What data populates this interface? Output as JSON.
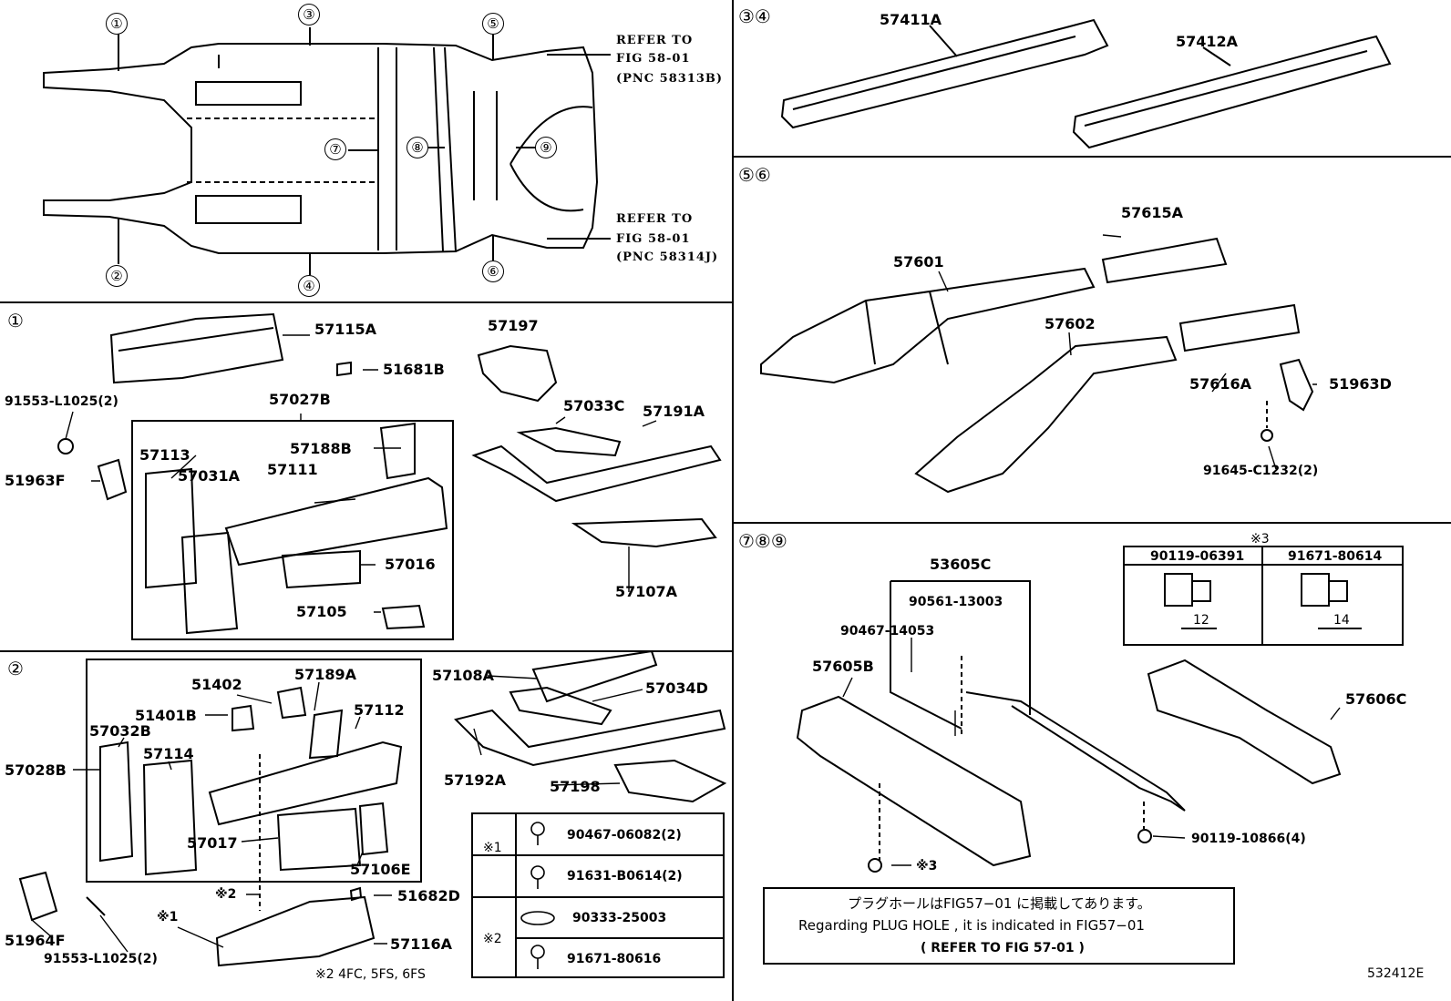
{
  "overview": {
    "callouts": [
      "①",
      "②",
      "③",
      "④",
      "⑤",
      "⑥",
      "⑦",
      "⑧",
      "⑨"
    ],
    "refer_top": [
      "REFER TO",
      "FIG 58-01",
      "(PNC 58313B)"
    ],
    "refer_bottom": [
      "REFER TO",
      "FIG 58-01",
      "(PNC 58314J)"
    ]
  },
  "sections": {
    "s34": "③④",
    "s56": "⑤⑥",
    "s1": "①",
    "s789": "⑦⑧⑨",
    "s2": "②"
  },
  "parts": {
    "p57411A": "57411A",
    "p57412A": "57412A",
    "p57615A": "57615A",
    "p57601": "57601",
    "p57602": "57602",
    "p57616A": "57616A",
    "p51963D": "51963D",
    "p91645": "91645-C1232(2)",
    "p57115A": "57115A",
    "p51681B": "51681B",
    "p57197": "57197",
    "p91553a": "91553-L1025(2)",
    "p57027B": "57027B",
    "p57033C": "57033C",
    "p57191A": "57191A",
    "p51963F": "51963F",
    "p57113": "57113",
    "p57188B": "57188B",
    "p57031A": "57031A",
    "p57111": "57111",
    "p57016": "57016",
    "p57105": "57105",
    "p57107A": "57107A",
    "p53605C": "53605C",
    "p90561": "90561-13003",
    "p90467a": "90467-14053",
    "p57605B": "57605B",
    "p57606C": "57606C",
    "p90119b": "90119-10866(4)",
    "pstar3": "※3",
    "p51402": "51402",
    "p57189A": "57189A",
    "p57108A": "57108A",
    "p57034D": "57034D",
    "p51401B": "51401B",
    "p57112": "57112",
    "p57032B": "57032B",
    "p57114": "57114",
    "p57028B": "57028B",
    "p57192A": "57192A",
    "p57198": "57198",
    "p57017": "57017",
    "p57106E": "57106E",
    "pstar2": "※2",
    "p51682D": "51682D",
    "pstar1": "※1",
    "p57116A": "57116A",
    "p51964F": "51964F",
    "p91553b": "91553-L1025(2)",
    "note2": "※2 4FC, 5FS, 6FS"
  },
  "kit": {
    "title": "※3",
    "col1": "90119-06391",
    "col2": "91671-80614",
    "dim1": "12",
    "dim2": "14"
  },
  "fasteners": {
    "m1": "※1",
    "m2": "※2",
    "f1": "90467-06082(2)",
    "f2": "91631-B0614(2)",
    "f3": "90333-25003",
    "f4": "91671-80616"
  },
  "note": {
    "jp": "プラグホールはFIG57−01 に掲載してあります。",
    "en": "Regarding PLUG HOLE , it is indicated in FIG57−01",
    "ref": "(    REFER TO FIG 57-01   )"
  },
  "diagram_code": "532412E"
}
